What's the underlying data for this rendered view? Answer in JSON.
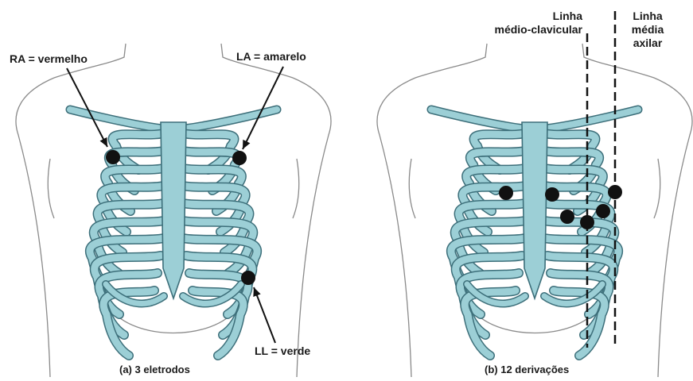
{
  "panel_a": {
    "caption": "(a) 3 eletrodos",
    "electrodes": {
      "ra": "RA = vermelho",
      "la": "LA = amarelo",
      "ll": "LL = verde"
    }
  },
  "panel_b": {
    "caption": "(b) 12 derivações",
    "midclavicular_line": {
      "line1": "Linha",
      "line2": "médio-clavicular"
    },
    "midaxillary_line": {
      "line1": "Linha",
      "line2": "média",
      "line3": "axilar"
    }
  },
  "colors": {
    "bone_fill": "#9ccfd6",
    "bone_stroke": "#3d6f7a",
    "body_outline": "#8a8a8a",
    "electrode": "#111111",
    "text": "#1a1a1a"
  }
}
